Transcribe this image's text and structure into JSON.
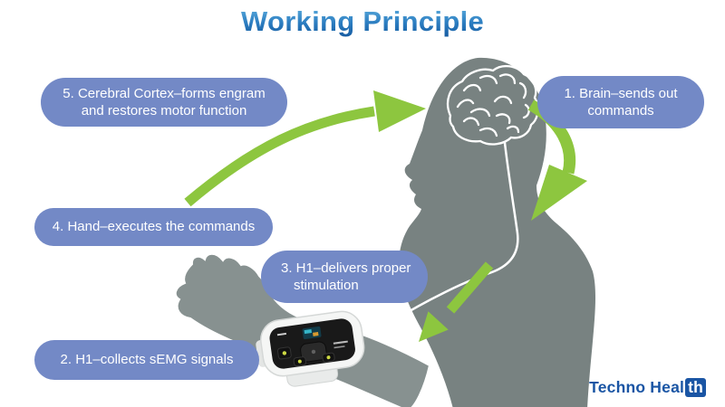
{
  "title": "Working Principle",
  "steps": {
    "step1": {
      "line1": "1. Brain–sends out",
      "line2": "commands"
    },
    "step2": {
      "line1": "2. H1–collects sEMG signals"
    },
    "step3": {
      "line1": "3. H1–delivers proper",
      "line2": "stimulation"
    },
    "step4": {
      "line1": "4. Hand–executes the commands"
    },
    "step5": {
      "line1": "5. Cerebral Cortex–forms engram",
      "line2": "and restores motor function"
    }
  },
  "logo": {
    "brand": "Techno Heal",
    "badge": "th"
  },
  "colors": {
    "title_blue": "#2b7cc0",
    "pill_blue": "#7389c6",
    "body_gray": "#788281",
    "arm_gray": "#879190",
    "arrow_green": "#8dc63f",
    "logo_blue": "#1a55a4",
    "wire_white": "#ffffff"
  }
}
